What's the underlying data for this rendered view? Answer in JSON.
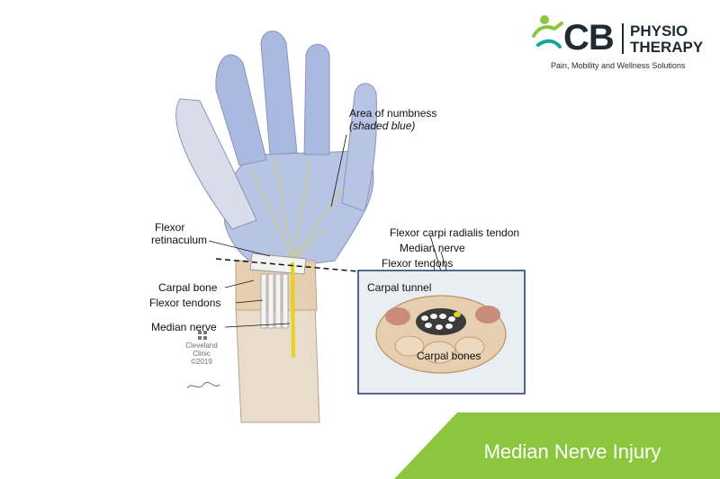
{
  "brand": {
    "mark": "CB",
    "line1": "PHYSIO",
    "line2": "THERAPY",
    "tagline": "Pain, Mobility and Wellness Solutions",
    "colors": {
      "green": "#8cc63f",
      "teal": "#16a59a",
      "dark": "#1f2a33"
    }
  },
  "diagram": {
    "labels": {
      "numbness_1": "Area of numbness",
      "numbness_2": "(shaded blue)",
      "flexor_ret_1": "Flexor",
      "flexor_ret_2": "retinaculum",
      "carpal_bone": "Carpal bone",
      "flexor_tendons_left": "Flexor tendons",
      "median_nerve_left": "Median nerve",
      "fcr_tendon": "Flexor carpi radialis tendon",
      "median_nerve_inset": "Median nerve",
      "flexor_tendons_inset": "Flexor tendons",
      "carpal_tunnel": "Carpal tunnel",
      "carpal_bones": "Carpal bones"
    },
    "credit": {
      "line1": "Cleveland",
      "line2": "Clinic",
      "line3": "©2019"
    },
    "colors": {
      "numbness": "#9fb3d9",
      "nerve": "#e7d21e",
      "skin": "#e6cfb0",
      "inset_bg": "#e8eef3",
      "inset_border": "#1d3a6b"
    }
  },
  "banner": {
    "title": "Median Nerve Injury",
    "color": "#8cc63f"
  }
}
